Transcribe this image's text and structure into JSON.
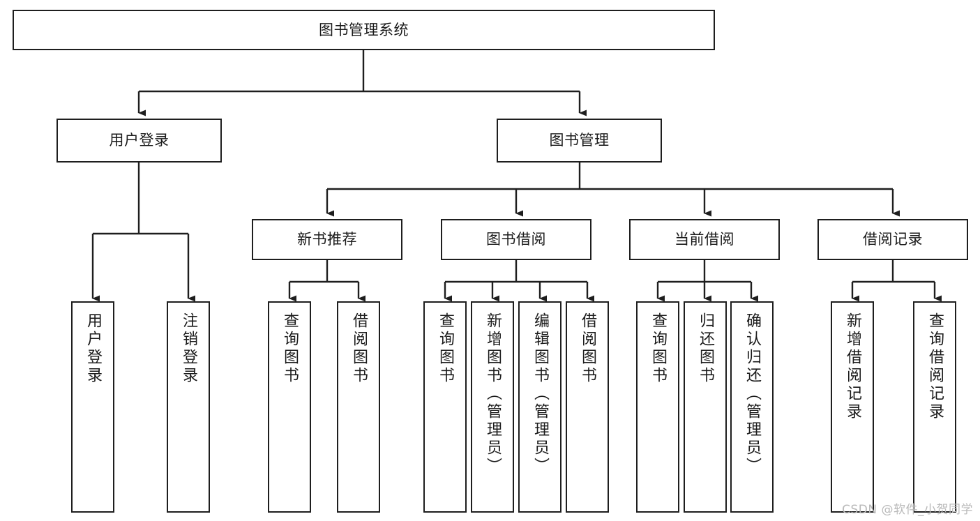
{
  "diagram": {
    "title": "图书管理系统",
    "type": "tree-hierarchy",
    "watermark": "CSDN @软件_小贺同学",
    "colors": {
      "stroke": "#1e1e1e",
      "fill": "#ffffff",
      "text": "#1b1b1b",
      "watermark": "#b9b9b9"
    },
    "nodes": {
      "root": {
        "label": "图书管理系统"
      },
      "level2": [
        {
          "id": "user-login",
          "label": "用户登录"
        },
        {
          "id": "book-manage",
          "label": "图书管理"
        }
      ],
      "level3": [
        {
          "id": "new-book-rec",
          "label": "新书推荐"
        },
        {
          "id": "book-borrow",
          "label": "图书借阅"
        },
        {
          "id": "current-borrow",
          "label": "当前借阅"
        },
        {
          "id": "borrow-record",
          "label": "借阅记录"
        }
      ],
      "leaves": {
        "user_login": [
          {
            "id": "leaf-user-login",
            "label": "用户登录"
          },
          {
            "id": "leaf-logout",
            "label": "注销登录"
          }
        ],
        "new_book_rec": [
          {
            "id": "leaf-query-book-1",
            "label": "查询图书"
          },
          {
            "id": "leaf-borrow-book-1",
            "label": "借阅图书"
          }
        ],
        "book_borrow": [
          {
            "id": "leaf-query-book-2",
            "label": "查询图书"
          },
          {
            "id": "leaf-add-book",
            "label": "新增图书（管理员）"
          },
          {
            "id": "leaf-edit-book",
            "label": "编辑图书（管理员）"
          },
          {
            "id": "leaf-borrow-book-2",
            "label": "借阅图书"
          }
        ],
        "current_borrow": [
          {
            "id": "leaf-query-book-3",
            "label": "查询图书"
          },
          {
            "id": "leaf-return-book",
            "label": "归还图书"
          },
          {
            "id": "leaf-confirm-return",
            "label": "确认归还（管理员）"
          }
        ],
        "borrow_record": [
          {
            "id": "leaf-add-record",
            "label": "新增借阅记录"
          },
          {
            "id": "leaf-query-record",
            "label": "查询借阅记录"
          }
        ]
      }
    }
  }
}
